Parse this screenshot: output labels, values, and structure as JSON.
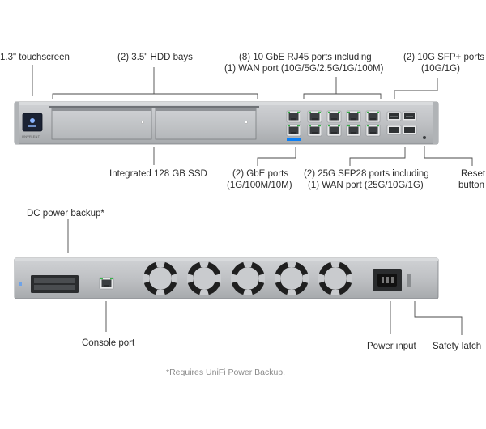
{
  "front": {
    "callouts": {
      "touchscreen": "1.3\" touchscreen",
      "hdd_bays": "(2) 3.5\" HDD bays",
      "rj45_line1": "(8) 10 GbE RJ45 ports including",
      "rj45_line2": "(1) WAN port (10G/5G/2.5G/1G/100M)",
      "sfp_plus_line1": "(2) 10G SFP+ ports",
      "sfp_plus_line2": "(10G/1G)",
      "ssd": "Integrated 128 GB SSD",
      "gbe_line1": "(2) GbE ports",
      "gbe_line2": "(1G/100M/10M)",
      "sfp28_line1": "(2) 25G SFP28 ports including",
      "sfp28_line2": "(1) WAN port (25G/10G/1G)",
      "reset_line1": "Reset",
      "reset_line2": "button"
    },
    "device_label": "UNVR-ENT"
  },
  "rear": {
    "callouts": {
      "dc_power": "DC power backup*",
      "console": "Console port",
      "power_input": "Power input",
      "safety_latch": "Safety latch"
    }
  },
  "footnote": "*Requires UniFi Power Backup.",
  "colors": {
    "chassis": "#bdbfc2",
    "chassis_dark": "#8f9296",
    "port": "#3a3d40",
    "port_led": "#38b24a",
    "fan": "#1f1f1f",
    "line": "#4a4a4a",
    "accent": "#0a7ef5"
  }
}
